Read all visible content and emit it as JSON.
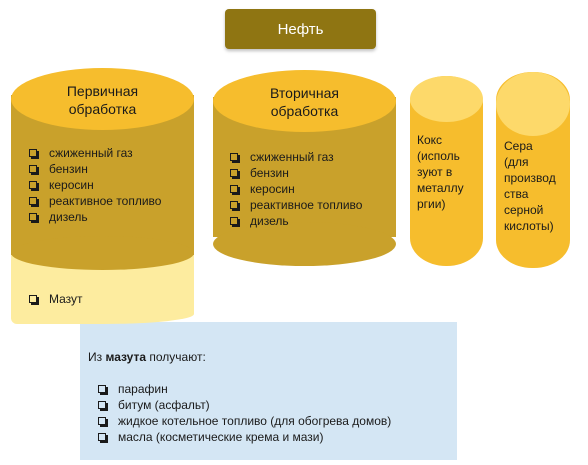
{
  "title": "Нефть",
  "primary": {
    "title_line1": "Первичная",
    "title_line2": "обработка",
    "items": [
      "сжиженный газ",
      "бензин",
      "керосин",
      "реактивное топливо",
      "дизель"
    ],
    "residue": "Мазут"
  },
  "secondary": {
    "title_line1": "Вторичная",
    "title_line2": "обработка",
    "items": [
      "сжиженный газ",
      "бензин",
      "керосин",
      "реактивное топливо",
      "дизель"
    ]
  },
  "coke": {
    "lines": [
      "Кокс",
      "(исполь",
      "зуют в",
      "металлу",
      "ргии)"
    ]
  },
  "sulfur": {
    "lines": [
      "Сера",
      "(для",
      "производ",
      "ства",
      "серной",
      "кислоты)"
    ]
  },
  "mazut_callout": {
    "intro_prefix": "Из ",
    "intro_bold": "мазута",
    "intro_suffix": " получают:",
    "items": [
      "парафин",
      "битум (асфальт)",
      "жидкое котельное топливо (для обогрева домов)",
      "масла (косметические крема и мази)"
    ]
  },
  "colors": {
    "dark_olive": "#8f7512",
    "cylinder_body": "#c9a12b",
    "cylinder_top": "#f6bd2d",
    "mazut_light": "#fdec9f",
    "callout_blue": "#d4e6f4"
  }
}
